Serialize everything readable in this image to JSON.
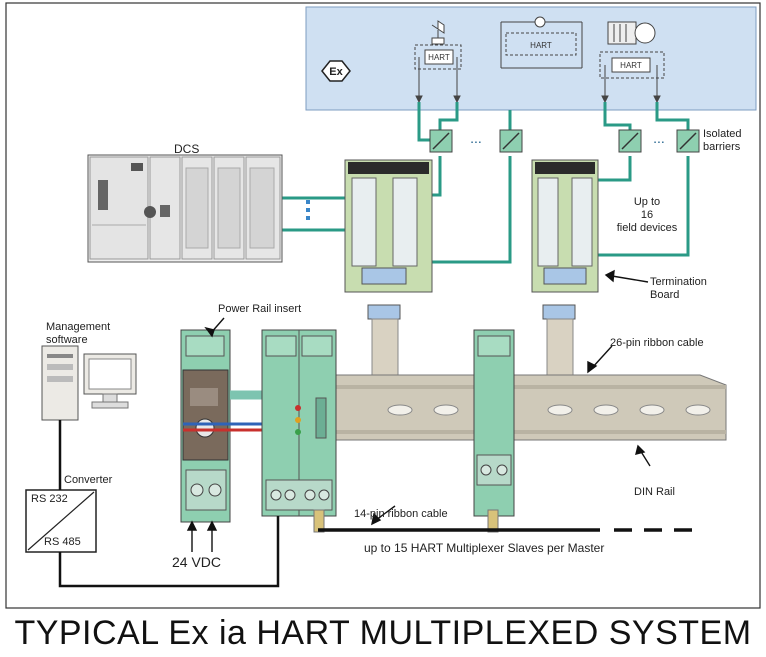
{
  "hazard_zone": {
    "ex_symbol": "Ex",
    "hart_labels": [
      "HART",
      "HART",
      "HART"
    ],
    "dots": "..."
  },
  "labels": {
    "dcs": "DCS",
    "isolated_barriers": "Isolated\nbarriers",
    "up_to_16": "Up to\n16\nfield devices",
    "termination_board": "Termination\nBoard",
    "power_rail_insert": "Power Rail insert",
    "management_software": "Management\nsoftware",
    "ribbon_26": "26-pin ribbon cable",
    "converter": "Converter",
    "rs232": "RS 232",
    "rs485": "RS 485",
    "din_rail": "DIN Rail",
    "ribbon_14": "14-pin ribbon cable",
    "vdc": "24 VDC",
    "slaves": "up to 15 HART Multiplexer Slaves per Master"
  },
  "title": "TYPICAL Ex ia HART MULTIPLEXED SYSTEM",
  "colors": {
    "hazard_bg": "#cfe0f2",
    "cable": "#2a9a86",
    "module": "#8ecfb0",
    "board": "#c8ddb0",
    "rail": "#cfc9b9"
  }
}
